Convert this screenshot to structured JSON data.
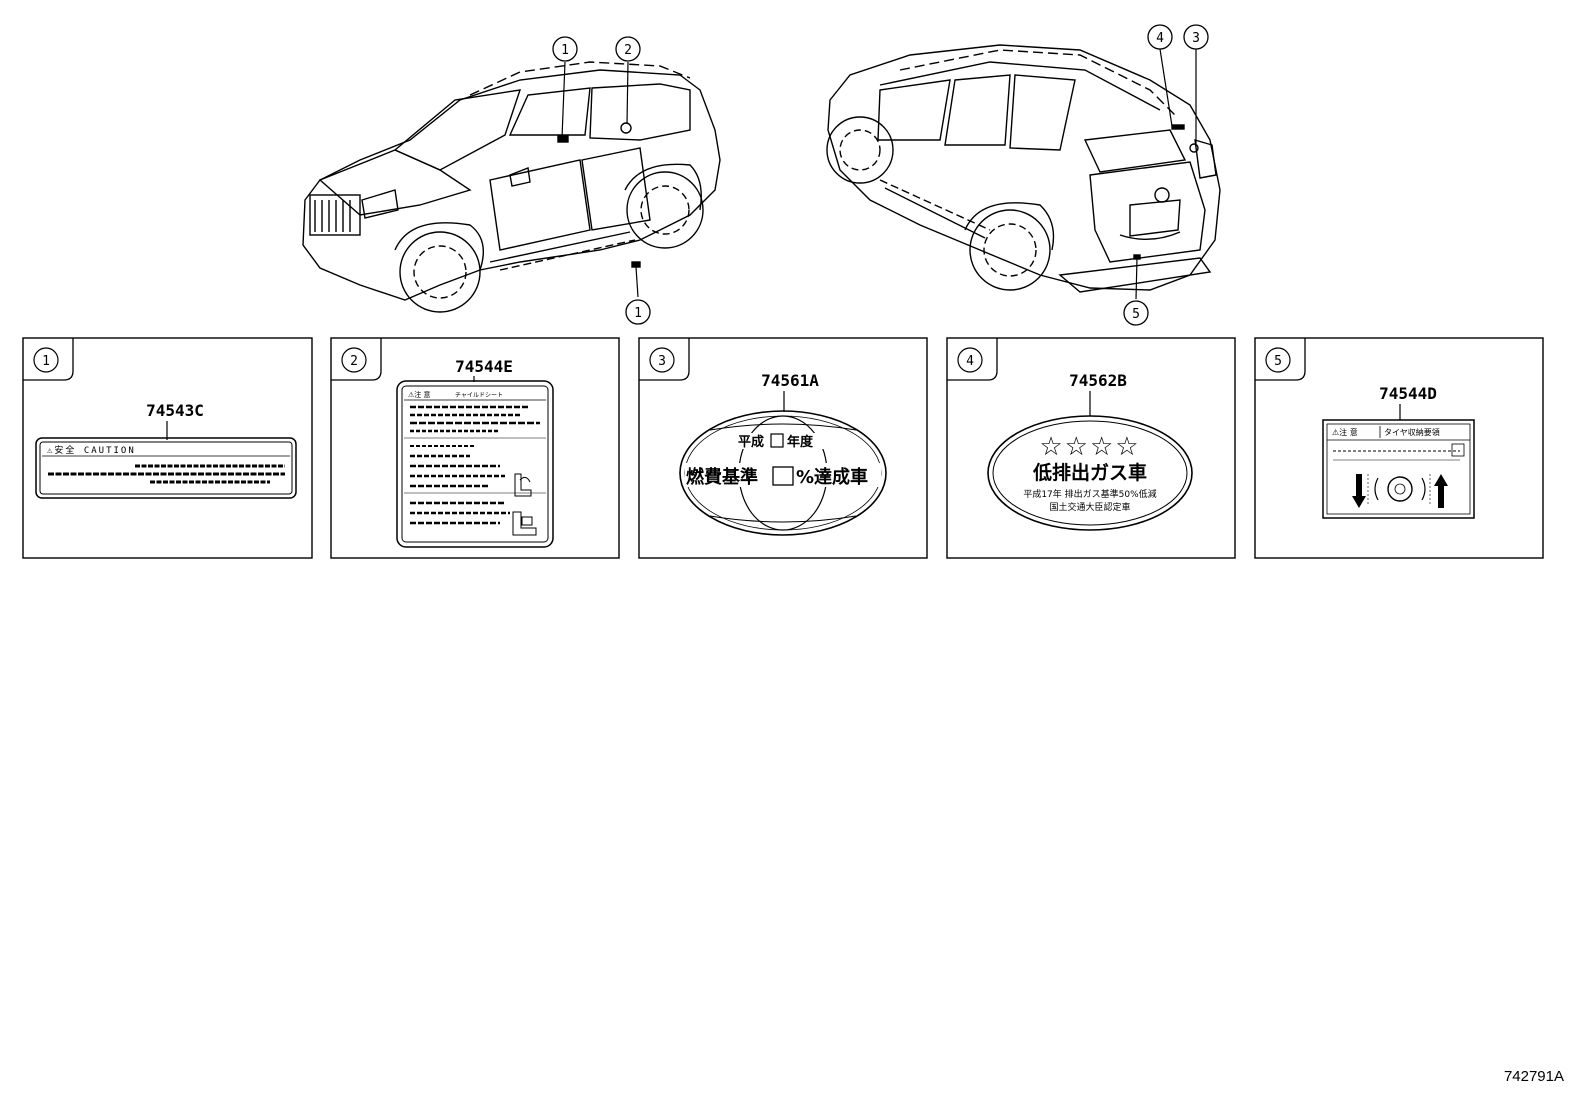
{
  "illustration_code": "742791A",
  "vehicle_callouts": {
    "front_view": [
      "1",
      "2",
      "1"
    ],
    "rear_view": [
      "4",
      "3",
      "5"
    ]
  },
  "panels": [
    {
      "index": "1",
      "part_number": "74543C",
      "label_header": "⚠安全 CAUTION"
    },
    {
      "index": "2",
      "part_number": "74544E",
      "label_header": "⚠注 意",
      "label_header_right": "チャイルドシート"
    },
    {
      "index": "3",
      "part_number": "74561A",
      "line1_left": "平成",
      "line1_right": "年度",
      "line2_left": "燃費基準",
      "line2_right": "%達成車"
    },
    {
      "index": "4",
      "part_number": "74562B",
      "stars": "☆☆☆☆",
      "main_text": "低排出ガス車",
      "sub_text1": "平成17年 排出ガス基準50%低減",
      "sub_text2": "国土交通大臣認定車"
    },
    {
      "index": "5",
      "part_number": "74544D",
      "label_header_left": "⚠注 意",
      "label_header_right": "タイヤ収納要領"
    }
  ]
}
